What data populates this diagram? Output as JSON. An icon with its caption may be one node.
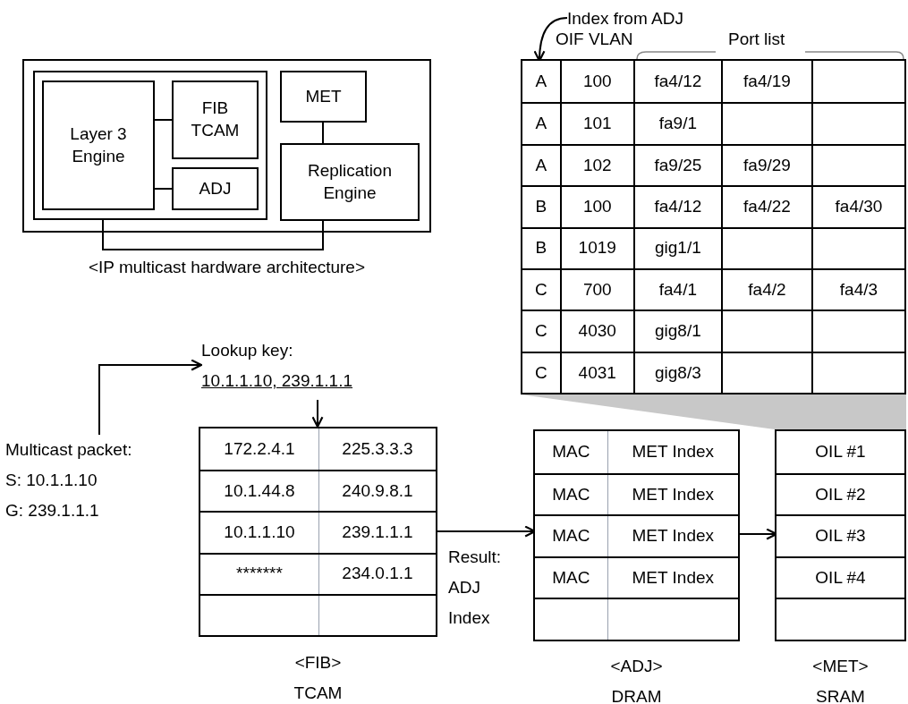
{
  "diagram": {
    "nodes": [
      {
        "text": [],
        "shape": "box",
        "beside": [
          "<IP multicast hardware architecture>"
        ]
      },
      {
        "text": [],
        "shape": "box",
        "in": 0
      },
      {
        "text": [
          "Layer 3 Engine"
        ],
        "in": 1
      },
      {
        "text": [
          "FIB TCAM"
        ],
        "in": 1
      },
      {
        "text": [
          "ADJ"
        ],
        "in": 1
      },
      {
        "text": [
          "MET"
        ],
        "in": 0
      },
      {
        "text": [
          "Replication Engine"
        ],
        "in": 0
      },
      {
        "text": [
          "Index from ADJ"
        ]
      },
      {
        "text": [],
        "shape": "box"
      },
      {
        "text": [
          "A",
          "100",
          "fa4/12",
          "fa4/19"
        ],
        "in": 8
      },
      {
        "text": [
          "A",
          "101",
          "fa9/1"
        ],
        "in": 8
      },
      {
        "text": [
          "A",
          "102",
          "fa9/25",
          "fa9/29"
        ],
        "in": 8
      },
      {
        "text": [
          "B",
          "100",
          "fa4/12",
          "fa4/22",
          "fa4/30"
        ],
        "in": 8
      },
      {
        "text": [
          "B",
          "1019",
          "gig1/1"
        ],
        "in": 8
      },
      {
        "text": [
          "C",
          "700",
          "fa4/1",
          "fa4/2",
          "fa4/3"
        ],
        "in": 8
      },
      {
        "text": [
          "C",
          "4030",
          "gig8/1"
        ],
        "in": 8
      },
      {
        "text": [
          "C",
          "4031",
          "gig8/3"
        ],
        "in": 8
      },
      {
        "text": [
          "Lookup key:",
          "10.1.1.10, 239.1.1.1"
        ]
      },
      {
        "text": [
          "Multicast packet:",
          "S: 10.1.1.10",
          "G: 239.1.1.1"
        ]
      },
      {
        "text": [],
        "shape": "box",
        "beside": [
          "<FIB>",
          "TCAM"
        ]
      },
      {
        "text": [
          "172.2.4.1",
          "225.3.3.3"
        ],
        "in": 19
      },
      {
        "text": [
          "10.1.44.8",
          "240.9.8.1"
        ],
        "in": 19
      },
      {
        "text": [
          "10.1.1.10",
          "239.1.1.1"
        ],
        "in": 19
      },
      {
        "text": [
          "*******",
          "234.0.1.1"
        ],
        "in": 19
      },
      {
        "text": [],
        "shape": "box",
        "in": 19
      },
      {
        "text": [],
        "shape": "box",
        "beside": [
          "<ADJ>",
          "DRAM"
        ]
      },
      {
        "text": [
          "MAC",
          "MET Index"
        ],
        "in": 25
      },
      {
        "text": [
          "MAC",
          "MET Index"
        ],
        "in": 25
      },
      {
        "text": [
          "MAC",
          "MET Index"
        ],
        "in": 25
      },
      {
        "text": [
          "MAC",
          "MET Index"
        ],
        "in": 25
      },
      {
        "text": [],
        "shape": "box",
        "in": 25
      },
      {
        "text": [],
        "shape": "box",
        "beside": [
          "<MET>",
          "SRAM"
        ]
      },
      {
        "text": [
          "OIL #1"
        ],
        "in": 31
      },
      {
        "text": [
          "OIL #2"
        ],
        "in": 31
      },
      {
        "text": [
          "OIL #3"
        ],
        "in": 31
      },
      {
        "text": [
          "OIL #4"
        ],
        "in": 31
      },
      {
        "text": [],
        "shape": "box",
        "in": 31
      },
      {
        "text": [],
        "shape": "wedge"
      }
    ],
    "edges": [
      {
        "from": 2,
        "to": 3,
        "arrow": "none"
      },
      {
        "from": 2,
        "to": 4,
        "arrow": "none"
      },
      {
        "from": 5,
        "to": 6,
        "arrow": "none"
      },
      {
        "from": 1,
        "to": 6,
        "arrow": "none"
      },
      {
        "from": 7,
        "to": 9,
        "arrow": "to"
      },
      {
        "from": 18,
        "to": 17,
        "arrow": "to"
      },
      {
        "from": 17,
        "to": 19,
        "arrow": "to"
      },
      {
        "from": 22,
        "to": 28,
        "arrow": "to",
        "label": "Result: ADJ Index"
      },
      {
        "from": 28,
        "to": 34,
        "arrow": "to"
      }
    ],
    "labels": [
      "OIF VLAN",
      "Port list"
    ]
  }
}
